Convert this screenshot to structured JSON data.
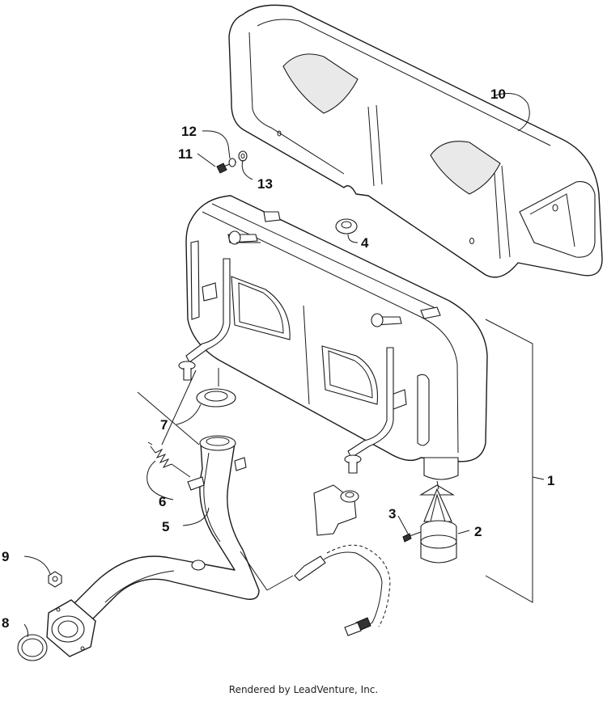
{
  "callouts": {
    "c1": "1",
    "c2": "2",
    "c3": "3",
    "c4": "4",
    "c5": "5",
    "c6": "6",
    "c7": "7",
    "c8": "8",
    "c9": "9",
    "c10": "10",
    "c11": "11",
    "c12": "12",
    "c13": "13"
  },
  "footer": {
    "credit": "Rendered by LeadVenture, Inc."
  }
}
